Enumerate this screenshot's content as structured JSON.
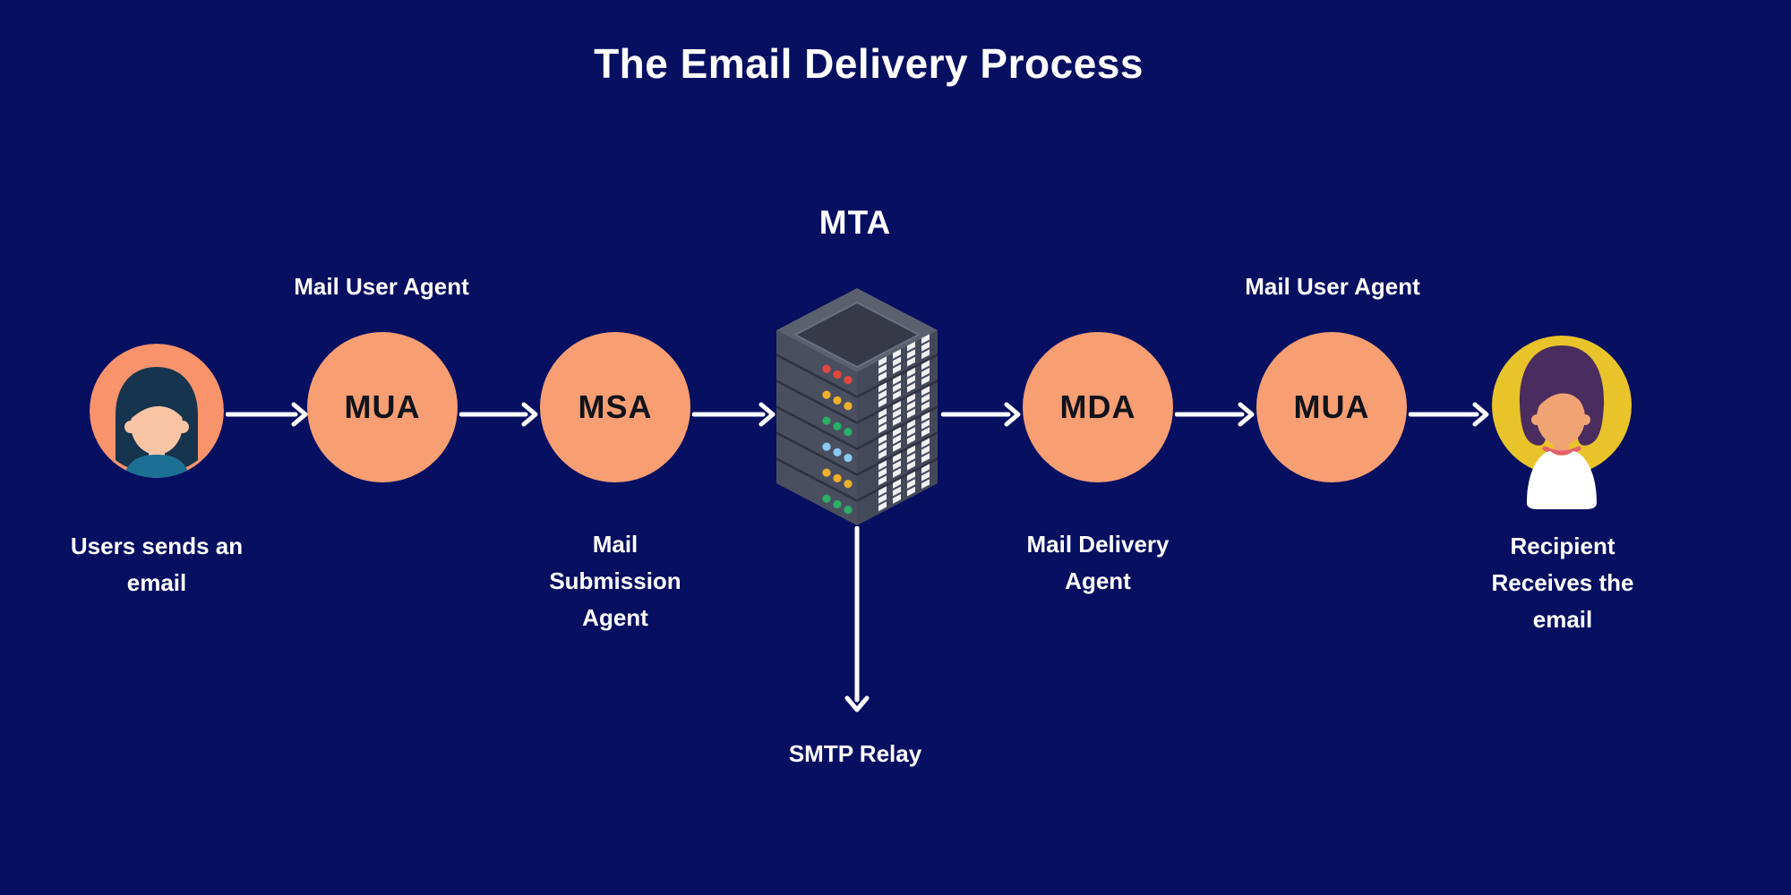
{
  "title": "The Email Delivery Process",
  "colors": {
    "background": "#070F61",
    "node_fill": "#F89E73",
    "node_text": "#10131B",
    "label_text": "#FFFFFF",
    "arrow": "#FFFFFF",
    "server_left_face": "#4A4F60",
    "server_right_face": "#44495A",
    "server_top_face": "#5B606E",
    "server_screen": "#363A48",
    "server_shadow": "#2E3240",
    "server_grid_squares": "#EFF1F4",
    "led_colors": [
      "#E2483D",
      "#EFB02C",
      "#2BAE66",
      "#8AC9F0",
      "#EFB02C",
      "#2BAE66"
    ],
    "sender_circle": "#F8936C",
    "sender_hair": "#16344D",
    "sender_skin": "#F9C4A4",
    "sender_shirt": "#1B7094",
    "recipient_circle": "#E9C32A",
    "recipient_hair": "#4A2C5E",
    "recipient_skin": "#F0A474",
    "recipient_shirt": "#FFFFFF",
    "recipient_collar": "#E2606B"
  },
  "nodes": {
    "sender": {
      "caption_lines": [
        "Users sends an",
        "email"
      ]
    },
    "mua1": {
      "label": "MUA",
      "top_label": "Mail User Agent"
    },
    "msa": {
      "label": "MSA",
      "caption_lines": [
        "Mail",
        "Submission",
        "Agent"
      ]
    },
    "mta": {
      "top_label": "MTA",
      "branch_label": "SMTP Relay"
    },
    "mda": {
      "label": "MDA",
      "caption_lines": [
        "Mail Delivery",
        "Agent"
      ]
    },
    "mua2": {
      "label": "MUA",
      "top_label": "Mail User Agent"
    },
    "recipient": {
      "caption_lines": [
        "Recipient",
        "Receives the",
        "email"
      ]
    }
  }
}
